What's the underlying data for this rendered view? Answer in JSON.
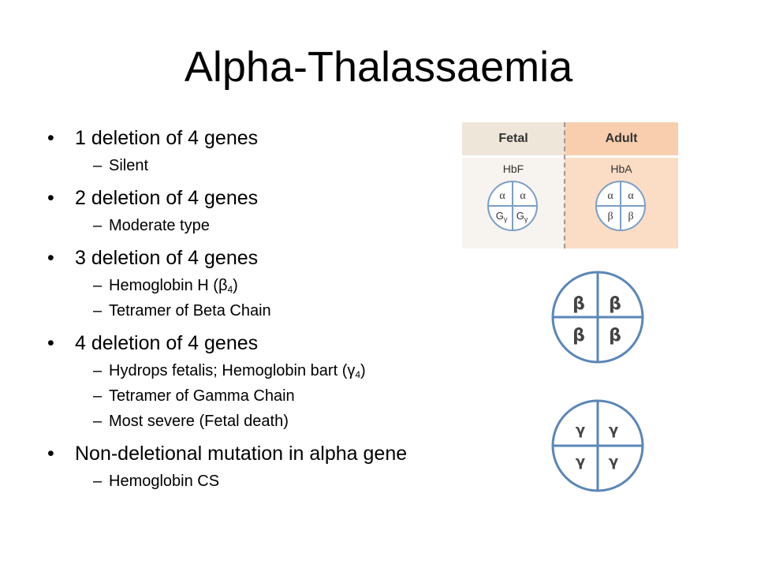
{
  "title": "Alpha-Thalassaemia",
  "items": [
    {
      "label": "1 deletion of 4 genes",
      "subs": [
        "Silent"
      ]
    },
    {
      "label": "2 deletion of 4 genes",
      "subs": [
        "Moderate type"
      ]
    },
    {
      "label": "3 deletion of 4 genes",
      "subs": [
        "Hemoglobin H (β",
        "Tetramer of Beta Chain"
      ]
    },
    {
      "label": "4 deletion of 4 genes",
      "subs": [
        "Hydrops fetalis; Hemoglobin bart (γ",
        "Tetramer of Gamma Chain",
        "Most severe (Fetal death)"
      ]
    },
    {
      "label": "Non-deletional mutation in alpha gene",
      "subs": [
        "Hemoglobin CS"
      ]
    }
  ],
  "subscripts": {
    "hbh": "4",
    "bart": "4",
    "close": ")"
  },
  "figure": {
    "fetal_header": "Fetal",
    "adult_header": "Adult",
    "fetal_label": "HbF",
    "adult_label": "HbA",
    "alpha": "α",
    "beta": "β",
    "gamma": "G",
    "gamma_sub": "γ"
  },
  "tetramers": {
    "beta": "β",
    "gamma": "γ"
  },
  "colors": {
    "circle_stroke": "#5b86b8",
    "mini_stroke": "#7a9fc8",
    "adult_bg": "#fbdcc4",
    "fetal_bg": "#f7f3ee"
  }
}
